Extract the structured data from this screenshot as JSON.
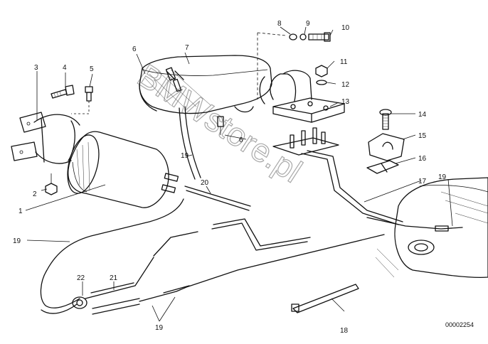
{
  "diagram": {
    "watermark": "BMWstore.pl",
    "document_number": "00002254",
    "callouts": [
      "1",
      "2",
      "3",
      "4",
      "5",
      "6",
      "7",
      "8",
      "9",
      "10",
      "11",
      "12",
      "13",
      "14",
      "15",
      "16",
      "17",
      "18",
      "19",
      "20",
      "21",
      "22",
      "6",
      "19",
      "19",
      "19"
    ]
  }
}
